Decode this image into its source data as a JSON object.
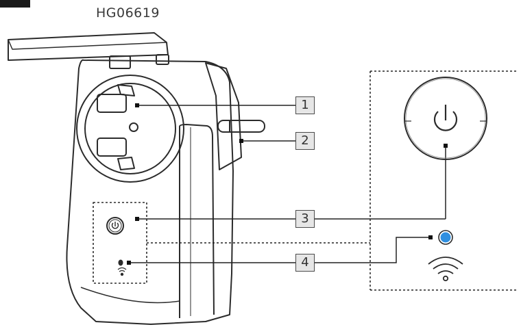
{
  "model_number": "HG06619",
  "callouts": [
    "1",
    "2",
    "3",
    "4"
  ],
  "icons": [
    "power-icon",
    "wifi-icon",
    "led-indicator",
    "plug-device"
  ],
  "colors": {
    "led": "#2f8fe0",
    "line": "#222222",
    "device": "#2b2b2b"
  }
}
